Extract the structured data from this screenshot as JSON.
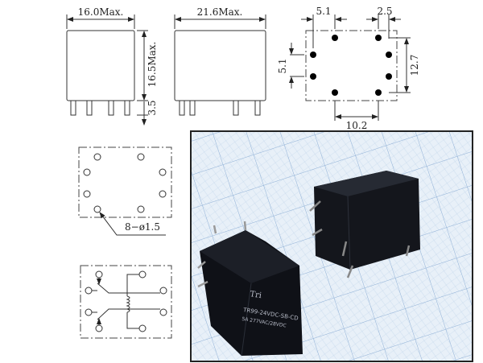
{
  "front_view": {
    "width_label": "16.0Max.",
    "height_label": "16.5Max.",
    "pin_label": "3.5"
  },
  "side_view": {
    "width_label": "21.6Max."
  },
  "pin_layout": {
    "top_left_spacing": "5.1",
    "top_right_spacing": "2.5",
    "left_spacing": "5.1",
    "right_spacing": "12.7",
    "bottom_spacing": "10.2"
  },
  "bottom_view": {
    "hole_label": "8−ø1.5"
  },
  "schematic": {
    "title": ""
  },
  "photo": {
    "logo": "Tri",
    "model": "TR99-24VDC-SB-CD",
    "rating": "5A  277VAC/28VDC",
    "grid_color": "#a9c4e0",
    "background": "#e8f0f8",
    "relay_color": "#14161c"
  }
}
